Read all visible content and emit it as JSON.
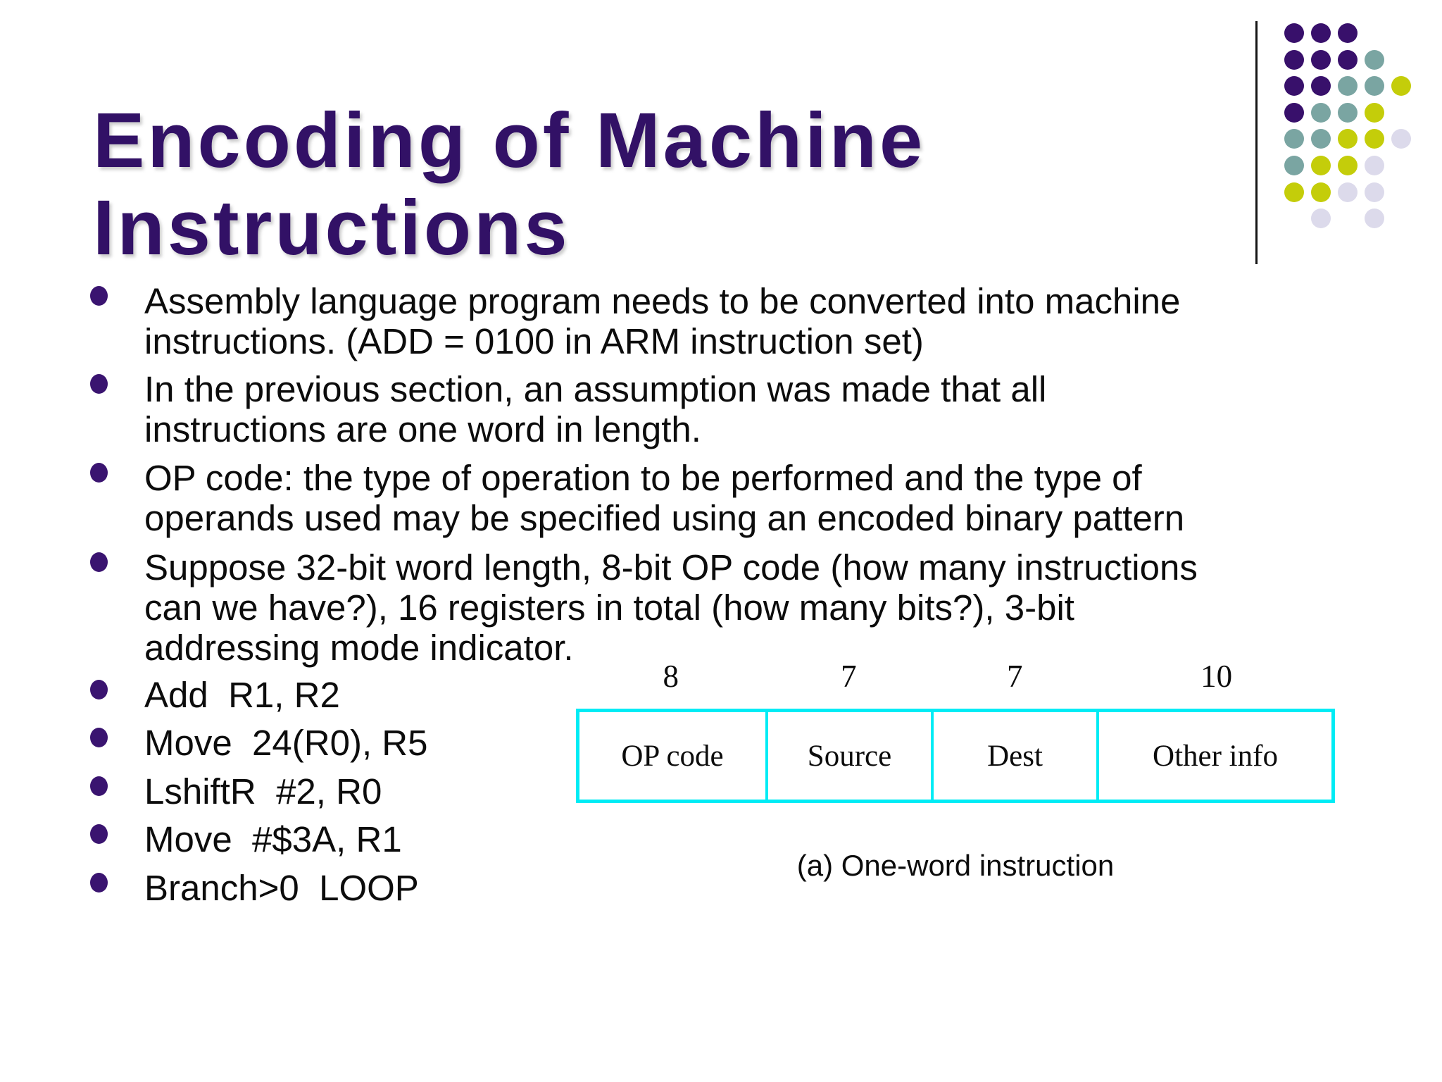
{
  "slide": {
    "title_lines": [
      "Encoding of Machine",
      "Instructions"
    ],
    "bullets": [
      {
        "lines": [
          "Assembly language program needs to be converted into machine",
          "instructions. (ADD = 0100 in ARM instruction set)"
        ]
      },
      {
        "lines": [
          "In the previous section, an assumption was made that all",
          "instructions are one word in length."
        ]
      },
      {
        "lines": [
          "OP code: the type of operation to be performed and the type of",
          "operands used may be specified using an encoded binary pattern"
        ]
      },
      {
        "lines": [
          "Suppose 32-bit word length, 8-bit OP code (how many instructions",
          "can we have?), 16 registers in total (how many bits?), 3-bit",
          "addressing mode indicator."
        ]
      },
      {
        "lines": [
          "Add  R1, R2"
        ]
      },
      {
        "lines": [
          "Move  24(R0), R5"
        ]
      },
      {
        "lines": [
          "LshiftR  #2, R0"
        ]
      },
      {
        "lines": [
          "Move  #$3A, R1"
        ]
      },
      {
        "lines": [
          "Branch>0  LOOP"
        ]
      }
    ]
  },
  "figure": {
    "fields": [
      {
        "label": "OP code",
        "bits": 8
      },
      {
        "label": "Source",
        "bits": 7
      },
      {
        "label": "Dest",
        "bits": 7
      },
      {
        "label": "Other info",
        "bits": 10
      }
    ],
    "caption": "(a) One-word instruction"
  },
  "colors": {
    "title": "#321166",
    "bullet_marker": "#3a1470",
    "body_text": "#0c0c0c",
    "box_border_cyan": "#00ecf5",
    "deco_purple": "#38106b",
    "deco_teal": "#7aa5a2",
    "deco_yellow": "#c4cd0a",
    "deco_lavender": "#dcdaeb"
  },
  "decoration": {
    "dot_pattern": [
      "PPP..",
      "PPPT.",
      "PPTTY",
      "PTTY.",
      "TTYYL",
      "TYYL.",
      "YYLL.",
      ".L.L."
    ],
    "dot_palette": {
      "P": "#38106b",
      "T": "#7aa5a2",
      "Y": "#c4cd0a",
      "L": "#dcdaeb"
    }
  }
}
